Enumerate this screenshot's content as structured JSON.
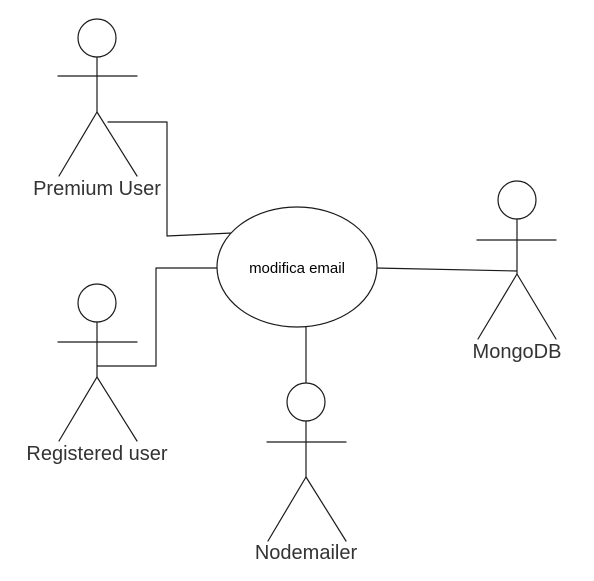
{
  "use_case": {
    "label": "modifica email"
  },
  "actors": [
    {
      "id": "premium",
      "label": "Premium User"
    },
    {
      "id": "registered",
      "label": "Registered user"
    },
    {
      "id": "mongodb",
      "label": "MongoDB"
    },
    {
      "id": "nodemailer",
      "label": "Nodemailer"
    }
  ]
}
